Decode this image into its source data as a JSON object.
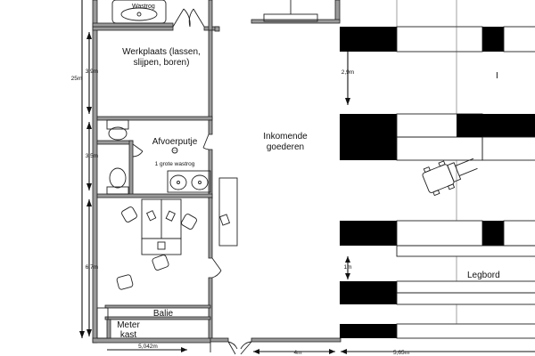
{
  "rooms": {
    "workshop": "Werkplaats (lassen,",
    "workshop_line2": "slijpen, boren)",
    "drain": "Afvoerputje",
    "incoming": "Inkomende",
    "incoming_line2": "goederen",
    "counter": "Balie",
    "meter": "Meter",
    "meter_line2": "kast",
    "shelf": "Legbord"
  },
  "fixtures": {
    "sink_top": "Wastrog",
    "sink_big": "1 grote wastrog"
  },
  "dimensions": {
    "total_height": "25m",
    "workshop_height": "3,9m",
    "sanitary_height": "3,5m",
    "office_height": "6,7m",
    "corridor_height": "2,9m",
    "gap_height": "1m",
    "width_left": "5,042m",
    "width_mid": "4m",
    "width_right": "5,65m"
  }
}
